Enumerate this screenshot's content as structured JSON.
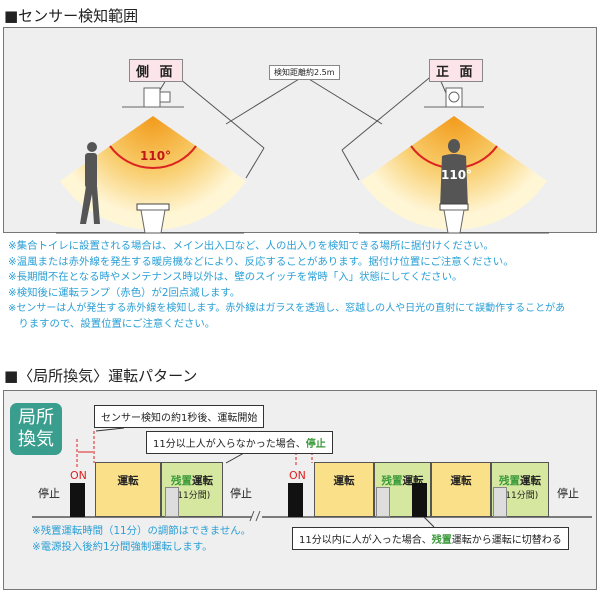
{
  "section1": {
    "title": "■センサー検知範囲",
    "side_label": "側 面",
    "front_label": "正 面",
    "distance_label": "検知距離約2.5m",
    "angle_side": "110°",
    "angle_front": "110°",
    "notes": [
      "※集合トイレに設置される場合は、メイン出入口など、人の出入りを検知できる場所に据付けください。",
      "※温風または赤外線を発生する暖房機などにより、反応することがあります。据付け位置にご注意ください。",
      "※長期間不在となる時やメンテナンス時以外は、壁のスイッチを常時「入」状態にしてください。",
      "※検知後に運転ランプ（赤色）が2回点滅します。",
      "※センサーは人が発生する赤外線を検知します。赤外線はガラスを透過し、窓越しの人や日光の直射にて誤動作することがあ",
      "　りますので、設置位置にご注意ください。"
    ]
  },
  "section2": {
    "title": "■〈局所換気〉運転パターン",
    "badge_line1": "局所",
    "badge_line2": "換気",
    "callout1": "センサー検知の約1秒後、運転開始",
    "callout2_a": "11分以上人が入らなかった場合、",
    "callout2_b": "停止",
    "callout3_a": "11分以内に人が入った場合、",
    "callout3_b": "残置",
    "callout3_c": "運転から運転に切替わる",
    "stop": "停止",
    "on": "ON",
    "run": "運転",
    "residual_a": "残置",
    "residual_b": "運転",
    "minutes": "(11分間)",
    "notes": [
      "※残置運転時間（11分）の調節はできません。",
      "※電源投入後約1分間強制運転します。"
    ]
  },
  "colors": {
    "run": "#fbe08a",
    "residual": "#d6e8a0",
    "note": "#2a9fd6",
    "badge": "#3a9e8e"
  }
}
